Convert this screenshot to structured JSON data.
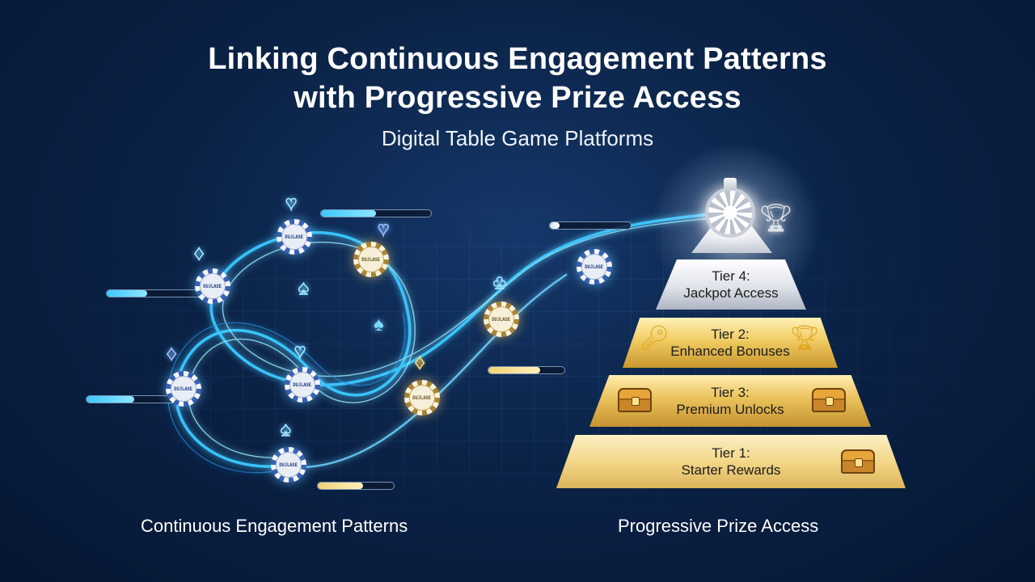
{
  "title_line1": "Linking Continuous Engagement Patterns",
  "title_line2": "with Progressive Prize Access",
  "subtitle": "Digital Table Game Platforms",
  "caption_left": "Continuous Engagement Patterns",
  "caption_right": "Progressive Prize Access",
  "chip_text": "DUJLASE",
  "tiers": [
    {
      "line1": "Tier 4:",
      "line2": "Jackpot Access"
    },
    {
      "line1": "Tier 2:",
      "line2": "Enhanced Bonuses"
    },
    {
      "line1": "Tier 3:",
      "line2": "Premium Unlocks"
    },
    {
      "line1": "Tier 1:",
      "line2": "Starter Rewards"
    }
  ],
  "progress": {
    "bar1": 0.5,
    "bar2": 0.42,
    "bar3": 0.45,
    "bar4": 0.6,
    "bar5": 0.68,
    "bar6": 0.12
  },
  "colors": {
    "background": "#0b2347",
    "flow_blue": "#3cc8ff",
    "gold": "#f0cc62",
    "silver": "#dfe3ea"
  },
  "icons": {
    "suits": [
      "heart-icon",
      "diamond-icon",
      "spade-icon",
      "club-icon"
    ],
    "apex": [
      "prize-wheel-icon",
      "trophy-icon"
    ],
    "tiers": [
      "key-icon",
      "trophy-icon",
      "treasure-chest-icon"
    ]
  }
}
